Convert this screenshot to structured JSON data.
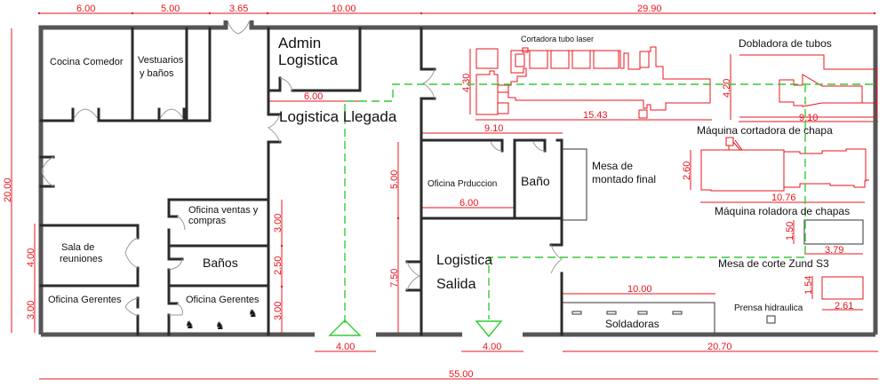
{
  "plan": {
    "title": "Floor plan - production plant layout",
    "colors": {
      "walls": "#2b2b2b",
      "dimensions": "#e8141c",
      "flow_path": "#33cc33",
      "doors": "#9a9a9a"
    }
  },
  "rooms": {
    "cocina": "Cocina Comedor",
    "vestuarios_1": "Vestuarios",
    "vestuarios_2": "y baños",
    "admin_1": "Admin",
    "admin_2": "Logistica",
    "llegada": "Logistica Llegada",
    "ventas_1": "Oficina ventas y",
    "ventas_2": "compras",
    "sala_1": "Sala de",
    "sala_2": "reuniones",
    "banos": "Baños",
    "gerentes_left": "Oficina Gerentes",
    "gerentes_right": "Oficina Gerentes",
    "oficina_prod": "Oficina Prduccion",
    "bano": "Baño",
    "mesa_montado_1": "Mesa de",
    "mesa_montado_2": "montado final",
    "salida_1": "Logistica",
    "salida_2": "Salida"
  },
  "machines": {
    "cortadora_tubo": "Cortadora tubo laser",
    "dobladora": "Dobladora de tubos",
    "cortadora_chapa": "Máquina cortadora de chapa",
    "roladora": "Máquina roladora de chapas",
    "zund": "Mesa de corte Zund S3",
    "prensa": "Prensa hidraulica",
    "soldadoras": "Soldadoras"
  },
  "dimensions": {
    "top_6": "6.00",
    "top_5": "5.00",
    "top_365": "3.65",
    "top_10": "10.00",
    "top_2990": "29.90",
    "left_20": "20.00",
    "left_4": "4.00",
    "left_3": "3.00",
    "admin_6": "6.00",
    "mid_3a": "3.00",
    "mid_250": "2.50",
    "mid_3b": "3.00",
    "v_5": "5.00",
    "v_750": "7.50",
    "prod_910": "9.10",
    "prod_6": "6.00",
    "laser_430": "4.30",
    "laser_1543": "15.43",
    "dobl_420": "4.20",
    "dobl_910": "9.10",
    "chapa_260": "2.60",
    "chapa_1076": "10.76",
    "rol_150": "1.50",
    "rol_379": "3.79",
    "zund_154": "1.54",
    "zund_261": "2.61",
    "sold_10": "10.00",
    "entry_4a": "4.00",
    "exit_4b": "4.00",
    "bottom_2070": "20.70",
    "bottom_55": "55.00"
  }
}
